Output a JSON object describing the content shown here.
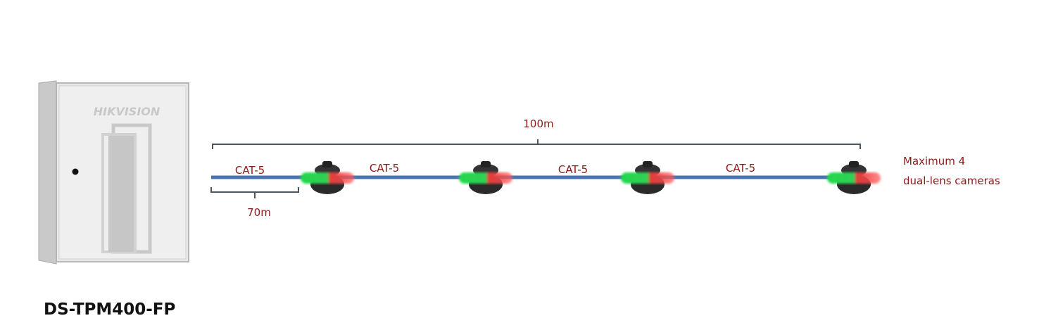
{
  "device": {
    "model": "DS-TPM400-FP",
    "brand_logo": "HIKVISION"
  },
  "distances": {
    "total": "100m",
    "first_segment": "70m"
  },
  "cables": [
    "CAT-5",
    "CAT-5",
    "CAT-5",
    "CAT-5"
  ],
  "note": {
    "line1": "Maximum 4",
    "line2": "dual-lens cameras"
  },
  "cameras_count": 4,
  "colors": {
    "cable": "#4a74b0",
    "label": "#8b1a1a",
    "bracket": "#4a5560"
  }
}
